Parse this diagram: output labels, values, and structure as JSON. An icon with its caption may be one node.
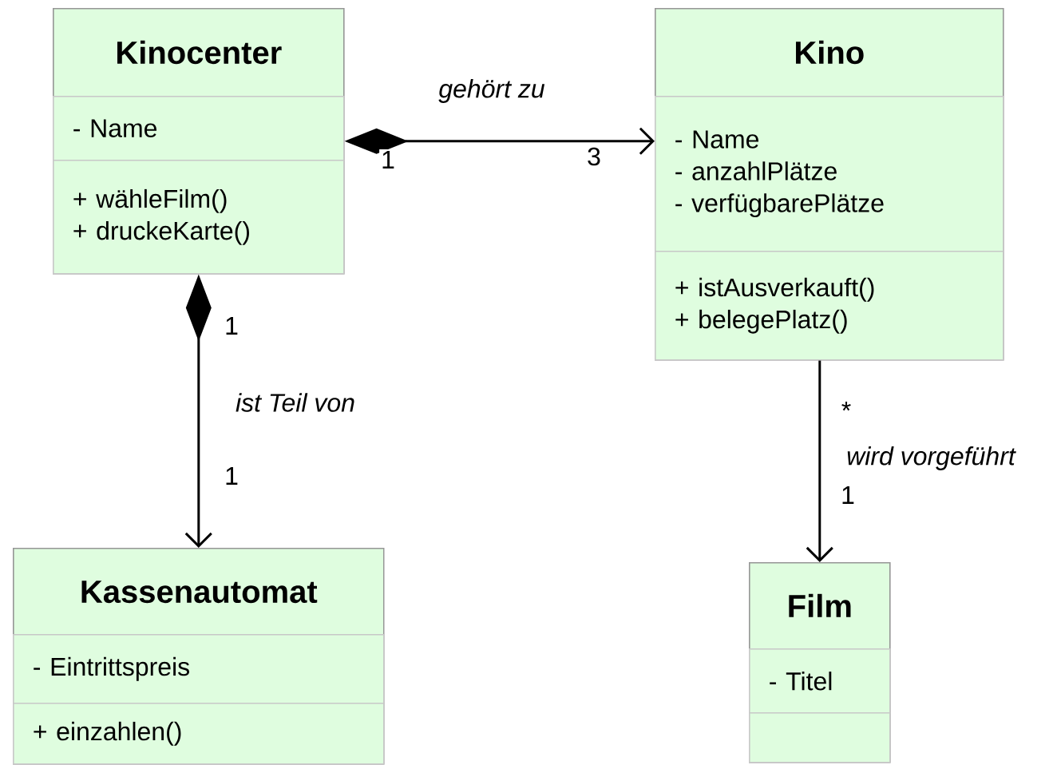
{
  "diagram": {
    "nodes": [
      {
        "text": [
          "Kinocenter"
        ]
      },
      {
        "text": [
          "- Name"
        ],
        "in": 0
      },
      {
        "text": [
          "+ wähleFilm()",
          "+ druckeKarte()"
        ],
        "in": 0
      },
      {
        "text": [
          "Kino"
        ]
      },
      {
        "text": [
          "- Name",
          "- anzahlPlätze",
          "- verfügbarePlätze"
        ],
        "in": 3
      },
      {
        "text": [
          "+ istAusverkauft()",
          "+ belegePlatz()"
        ],
        "in": 3
      },
      {
        "text": [
          "Kassenautomat"
        ]
      },
      {
        "text": [
          "- Eintrittspreis"
        ],
        "in": 6
      },
      {
        "text": [
          "+ einzahlen()"
        ],
        "in": 6
      },
      {
        "text": [
          "Film"
        ]
      },
      {
        "text": [
          "- Titel"
        ],
        "in": 9
      },
      {
        "text": [],
        "shape": "box",
        "in": 9
      }
    ],
    "edges": [
      {
        "from": 0,
        "to": 3,
        "arrow": "to",
        "label": "gehört zu"
      },
      {
        "from": 0,
        "to": 6,
        "arrow": "to",
        "label": "ist Teil von"
      },
      {
        "from": 3,
        "to": 9,
        "arrow": "to",
        "label": "wird vorgeführt"
      }
    ],
    "labels": [
      "1",
      "3",
      "1",
      "*",
      "1",
      "1"
    ]
  }
}
